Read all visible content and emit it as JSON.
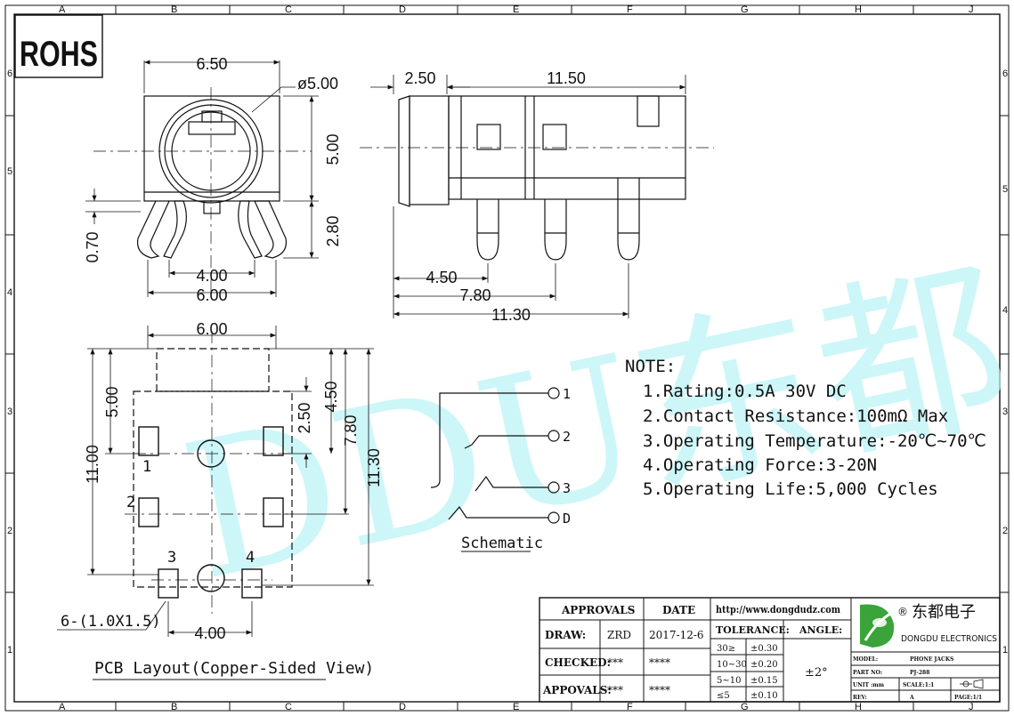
{
  "rohs": "ROHS",
  "border": {
    "cols": [
      "A",
      "B",
      "C",
      "D",
      "E",
      "F",
      "G",
      "H",
      "J"
    ],
    "rows": [
      "6",
      "5",
      "4",
      "3",
      "2",
      "1"
    ]
  },
  "front_view": {
    "width_top": "6.50",
    "diameter": "ø5.00",
    "height": "5.00",
    "pin_height": "2.80",
    "pin_offset": "0.70",
    "pin_span_inner": "4.00",
    "pin_span_outer": "6.00"
  },
  "side_view": {
    "nose": "2.50",
    "body": "11.50",
    "pin1": "4.50",
    "pin2": "7.80",
    "pin3": "11.30"
  },
  "pcb_layout": {
    "width": "6.00",
    "d_500": "5.00",
    "d_250": "2.50",
    "d_450": "4.50",
    "d_780": "7.80",
    "d_1100": "11.00",
    "d_1130": "11.30",
    "pad_span": "4.00",
    "pad_note": "6-(1.0X1.5)",
    "pins": [
      "1",
      "2",
      "3",
      "4"
    ],
    "caption": "PCB Layout(Copper-Sided View)"
  },
  "schematic": {
    "terminals": [
      "1",
      "2",
      "3",
      "D"
    ],
    "caption": "Schematic"
  },
  "notes": {
    "title": "NOTE:",
    "items": [
      "1.Rating:0.5A 30V DC",
      "2.Contact Resistance:100mΩ Max",
      "3.Operating Temperature:-20℃~70℃",
      "4.Operating Force:3-20N",
      "5.Operating Life:5,000 Cycles"
    ]
  },
  "watermark": "DDU东都",
  "title_block": {
    "approvals_header": "APPROVALS",
    "date_header": "DATE",
    "url": "http://www.dongdudz.com",
    "draw_label": "DRAW:",
    "draw_name": "ZRD",
    "draw_date": "2017-12-6",
    "checked_label": "CHECKED:",
    "checked_name": "***",
    "checked_date": "****",
    "approvals_label": "APPOVALS:",
    "approvals_name": "***",
    "approvals_date": "****",
    "tolerance_label": "TOLERANCE:",
    "angle_label": "ANGLE:",
    "angle_value": "±2°",
    "tolerances": [
      {
        "range": "30≥",
        "value": "±0.30"
      },
      {
        "range": "10~30",
        "value": "±0.20"
      },
      {
        "range": "5~10",
        "value": "±0.15"
      },
      {
        "range": "≤5",
        "value": "±0.10"
      }
    ],
    "company_cn": "东都电子",
    "registered": "®",
    "company_en": "DONGDU ELECTRONICS",
    "model_label": "MODEL:",
    "model_value": "PHONE JACKS",
    "partno_label": "PART NO:",
    "partno_value": "PJ-288",
    "unit_label": "UNIT :mm",
    "scale_label": "SCALE:1:1",
    "rev_label": "REV:",
    "rev_value": "A",
    "page_label": "PAGE:1/1"
  }
}
